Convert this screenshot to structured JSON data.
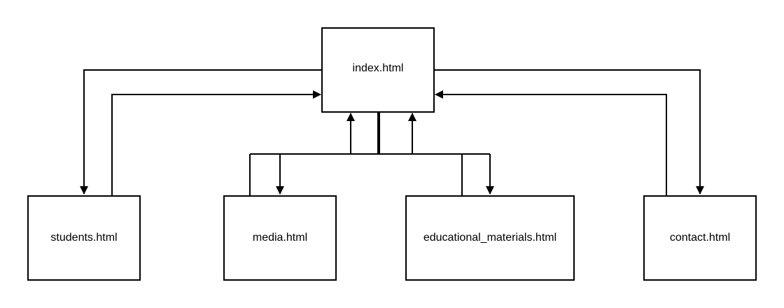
{
  "diagram": {
    "nodes": {
      "index": "index.html",
      "students": "students.html",
      "media": "media.html",
      "educational_materials": "educational_materials.html",
      "contact": "contact.html"
    },
    "edges": [
      {
        "from": "index",
        "to": "students"
      },
      {
        "from": "students",
        "to": "index"
      },
      {
        "from": "index",
        "to": "media"
      },
      {
        "from": "media",
        "to": "index"
      },
      {
        "from": "index",
        "to": "educational_materials"
      },
      {
        "from": "educational_materials",
        "to": "index"
      },
      {
        "from": "index",
        "to": "contact"
      },
      {
        "from": "contact",
        "to": "index"
      }
    ],
    "colors": {
      "stroke": "#000000",
      "background": "#ffffff"
    }
  }
}
